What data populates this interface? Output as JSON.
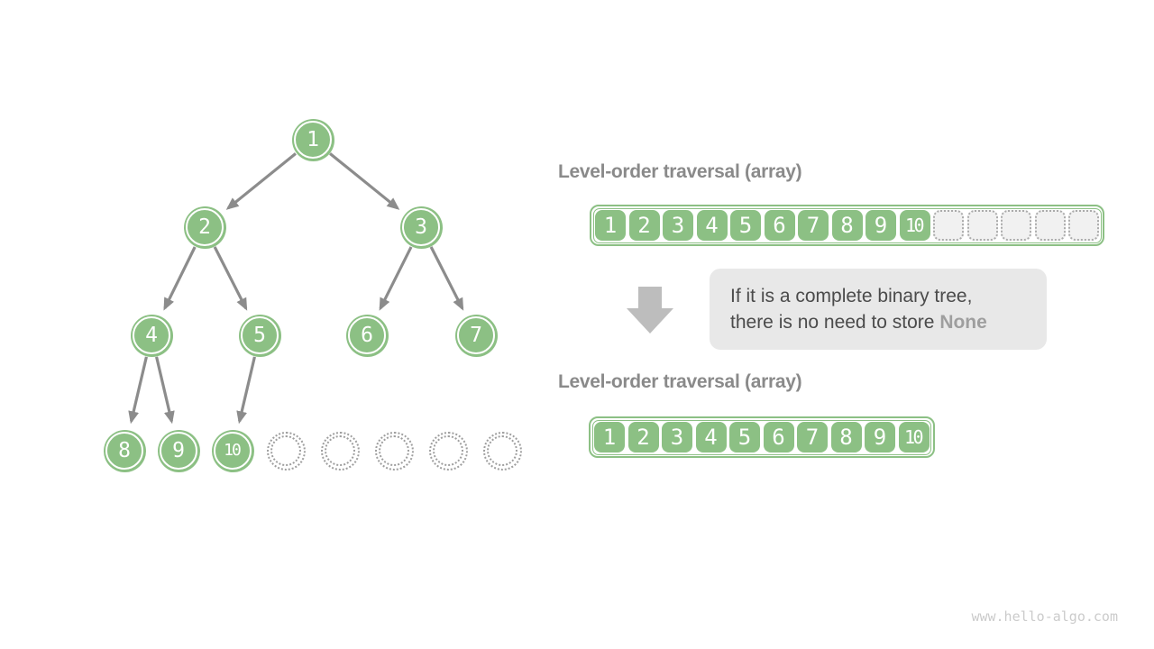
{
  "colors": {
    "node_green": "#8CC084",
    "edge_gray": "#8C8C8C",
    "label_gray": "#8A8A8A",
    "note_bg": "#E8E8E8",
    "note_text": "#4B4B4B",
    "none_gray": "#9E9E9E",
    "transform_arrow_gray": "#BDBDBD",
    "empty_cell_bg": "#F1F1F1",
    "dotted_gray": "#9E9E9E",
    "watermark_gray": "#CBCBCB"
  },
  "tree": {
    "nodes": [
      {
        "id": "n1",
        "value": "1",
        "type": "filled"
      },
      {
        "id": "n2",
        "value": "2",
        "type": "filled"
      },
      {
        "id": "n3",
        "value": "3",
        "type": "filled"
      },
      {
        "id": "n4",
        "value": "4",
        "type": "filled"
      },
      {
        "id": "n5",
        "value": "5",
        "type": "filled"
      },
      {
        "id": "n6",
        "value": "6",
        "type": "filled"
      },
      {
        "id": "n7",
        "value": "7",
        "type": "filled"
      },
      {
        "id": "n8",
        "value": "8",
        "type": "filled"
      },
      {
        "id": "n9",
        "value": "9",
        "type": "filled"
      },
      {
        "id": "n10",
        "value": "10",
        "type": "filled"
      },
      {
        "id": "e1",
        "value": "",
        "type": "empty"
      },
      {
        "id": "e2",
        "value": "",
        "type": "empty"
      },
      {
        "id": "e3",
        "value": "",
        "type": "empty"
      },
      {
        "id": "e4",
        "value": "",
        "type": "empty"
      },
      {
        "id": "e5",
        "value": "",
        "type": "empty"
      }
    ],
    "edges": [
      [
        "n1",
        "n2"
      ],
      [
        "n1",
        "n3"
      ],
      [
        "n2",
        "n4"
      ],
      [
        "n2",
        "n5"
      ],
      [
        "n3",
        "n6"
      ],
      [
        "n3",
        "n7"
      ],
      [
        "n4",
        "n8"
      ],
      [
        "n4",
        "n9"
      ],
      [
        "n5",
        "n10"
      ]
    ]
  },
  "arrays": {
    "top": {
      "label": "Level-order traversal (array)",
      "cells": [
        "1",
        "2",
        "3",
        "4",
        "5",
        "6",
        "7",
        "8",
        "9",
        "10",
        "",
        "",
        "",
        "",
        ""
      ]
    },
    "bottom": {
      "label": "Level-order traversal (array)",
      "cells": [
        "1",
        "2",
        "3",
        "4",
        "5",
        "6",
        "7",
        "8",
        "9",
        "10"
      ]
    }
  },
  "note": {
    "line1": "If it is a complete binary tree,",
    "line2_prefix": "there is no need to store ",
    "highlight": "None"
  },
  "watermark": "www.hello-algo.com"
}
